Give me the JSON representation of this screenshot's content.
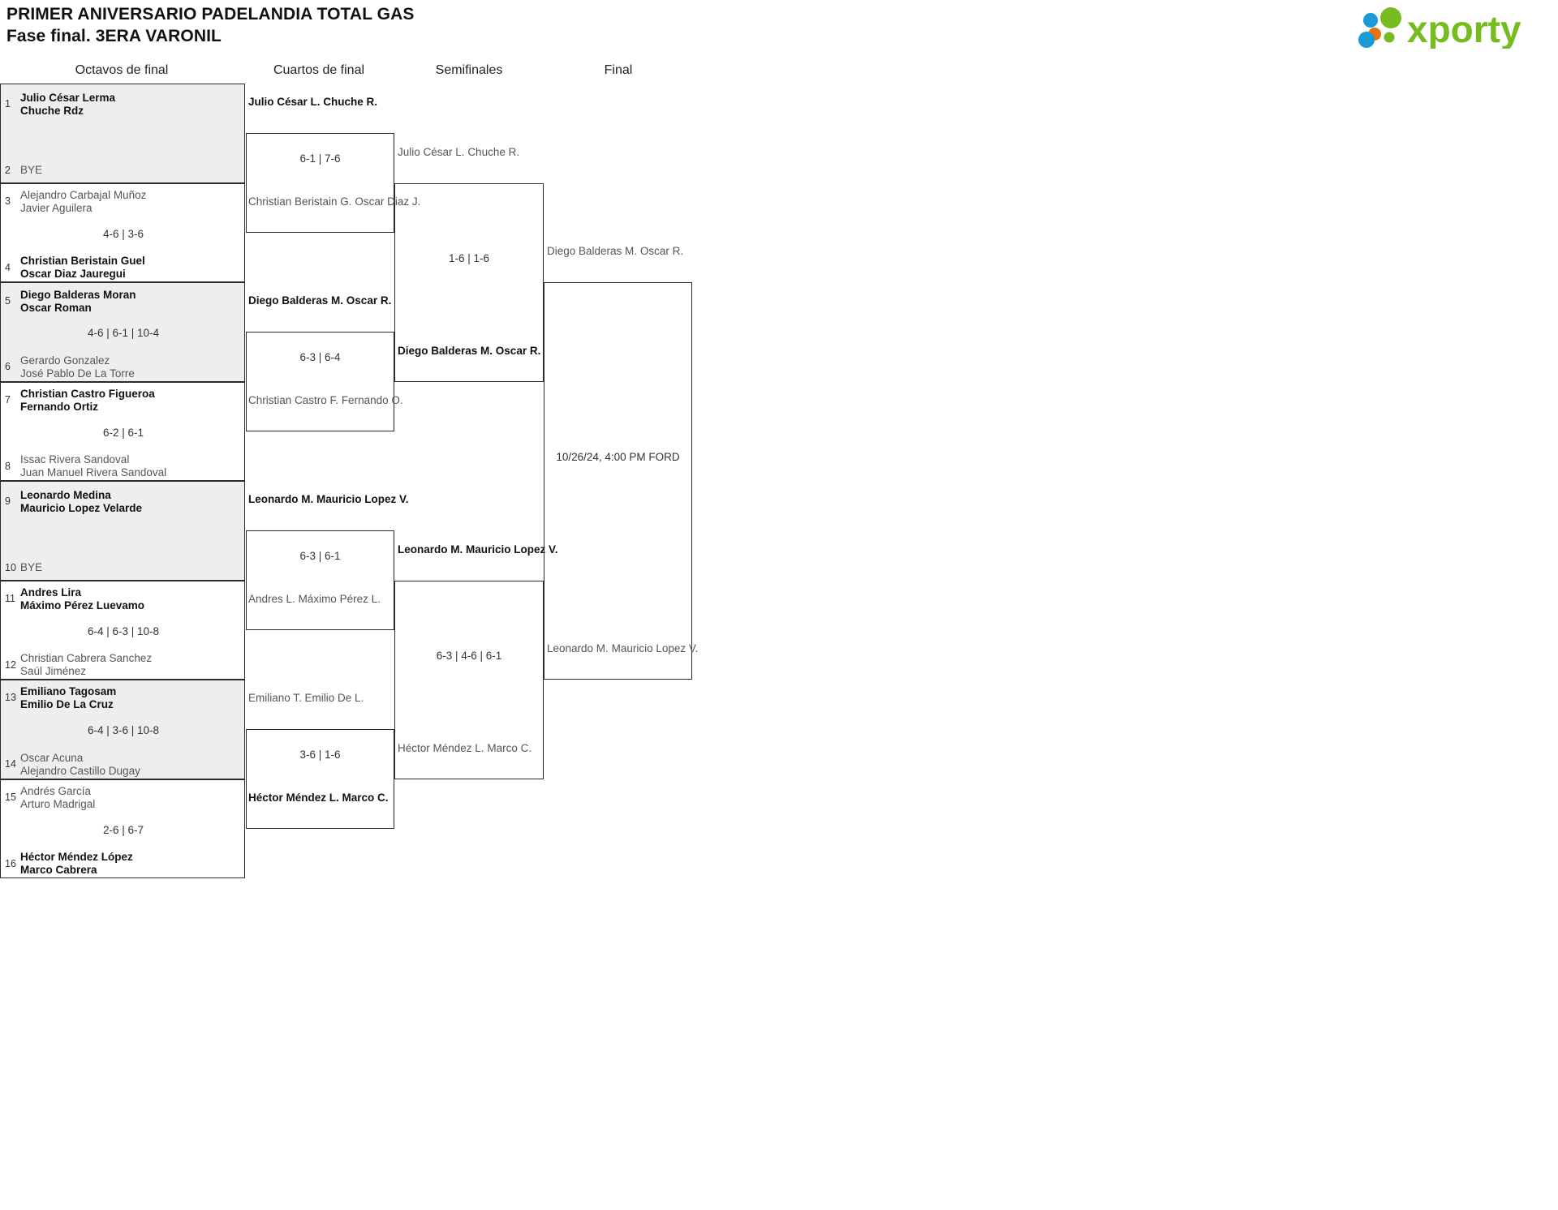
{
  "header": {
    "title_line1": "PRIMER ANIVERSARIO PADELANDIA TOTAL GAS",
    "title_line2": "Fase final. 3ERA VARONIL",
    "logo_text": "xporty",
    "logo_colors": {
      "blue": "#1b9ad6",
      "orange": "#e8730c",
      "green": "#76bc21"
    }
  },
  "rounds": [
    {
      "id": "r16",
      "label": "Octavos de final"
    },
    {
      "id": "qf",
      "label": "Cuartos de final"
    },
    {
      "id": "sf",
      "label": "Semifinales"
    },
    {
      "id": "final",
      "label": "Final"
    }
  ],
  "round16": [
    {
      "shaded": true,
      "score": "",
      "top": {
        "seed": "1",
        "line1": "Julio César Lerma",
        "line2": "Chuche Rdz",
        "winner": true
      },
      "bottom": {
        "seed": "2",
        "line1": "BYE",
        "line2": "",
        "winner": false,
        "bye": true
      }
    },
    {
      "shaded": false,
      "score": "4-6 | 3-6",
      "top": {
        "seed": "3",
        "line1": "Alejandro Carbajal Muñoz",
        "line2": "Javier Aguilera",
        "winner": false
      },
      "bottom": {
        "seed": "4",
        "line1": "Christian Beristain Guel",
        "line2": "Oscar Diaz Jauregui",
        "winner": true
      }
    },
    {
      "shaded": true,
      "score": "4-6 | 6-1 | 10-4",
      "top": {
        "seed": "5",
        "line1": "Diego Balderas Moran",
        "line2": "Oscar Roman",
        "winner": true
      },
      "bottom": {
        "seed": "6",
        "line1": "Gerardo Gonzalez",
        "line2": "José Pablo De La Torre",
        "winner": false
      }
    },
    {
      "shaded": false,
      "score": "6-2 | 6-1",
      "top": {
        "seed": "7",
        "line1": "Christian Castro Figueroa",
        "line2": "Fernando Ortiz",
        "winner": true
      },
      "bottom": {
        "seed": "8",
        "line1": "Issac Rivera Sandoval",
        "line2": "Juan Manuel Rivera Sandoval",
        "winner": false
      }
    },
    {
      "shaded": true,
      "score": "",
      "top": {
        "seed": "9",
        "line1": "Leonardo Medina",
        "line2": "Mauricio Lopez Velarde",
        "winner": true
      },
      "bottom": {
        "seed": "10",
        "line1": "BYE",
        "line2": "",
        "winner": false,
        "bye": true
      }
    },
    {
      "shaded": false,
      "score": "6-4 | 6-3 | 10-8",
      "top": {
        "seed": "11",
        "line1": "Andres Lira",
        "line2": "Máximo Pérez Luevamo",
        "winner": true
      },
      "bottom": {
        "seed": "12",
        "line1": "Christian Cabrera Sanchez",
        "line2": "Saúl Jiménez",
        "winner": false
      }
    },
    {
      "shaded": true,
      "score": "6-4 | 3-6 | 10-8",
      "top": {
        "seed": "13",
        "line1": "Emiliano Tagosam",
        "line2": "Emilio De La Cruz",
        "winner": true
      },
      "bottom": {
        "seed": "14",
        "line1": "Oscar Acuna",
        "line2": "Alejandro Castillo Dugay",
        "winner": false
      }
    },
    {
      "shaded": false,
      "score": "2-6 | 6-7",
      "top": {
        "seed": "15",
        "line1": "Andrés García",
        "line2": "Arturo Madrigal",
        "winner": false
      },
      "bottom": {
        "seed": "16",
        "line1": "Héctor Méndez López",
        "line2": "Marco Cabrera",
        "winner": true
      }
    }
  ],
  "quarterfinals": [
    {
      "score": "6-1 | 7-6",
      "top": {
        "line1": "Julio César L.",
        "line2": "Chuche R.",
        "winner": true
      },
      "bottom": {
        "line1": "Christian Beristain G.",
        "line2": "Oscar Diaz J.",
        "winner": false
      }
    },
    {
      "score": "6-3 | 6-4",
      "top": {
        "line1": "Diego Balderas M.",
        "line2": "Oscar R.",
        "winner": true
      },
      "bottom": {
        "line1": "Christian Castro F.",
        "line2": "Fernando O.",
        "winner": false
      }
    },
    {
      "score": "6-3 | 6-1",
      "top": {
        "line1": "Leonardo M.",
        "line2": "Mauricio Lopez V.",
        "winner": true
      },
      "bottom": {
        "line1": "Andres L.",
        "line2": "Máximo Pérez L.",
        "winner": false
      }
    },
    {
      "score": "3-6 | 1-6",
      "top": {
        "line1": "Emiliano T.",
        "line2": "Emilio De L.",
        "winner": false
      },
      "bottom": {
        "line1": "Héctor Méndez L.",
        "line2": "Marco C.",
        "winner": true
      }
    }
  ],
  "semifinals": [
    {
      "score": "1-6 | 1-6",
      "top": {
        "line1": "Julio César L.",
        "line2": "Chuche R.",
        "winner": false
      },
      "bottom": {
        "line1": "Diego Balderas M.",
        "line2": "Oscar R.",
        "winner": true
      }
    },
    {
      "score": "6-3 | 4-6 | 6-1",
      "top": {
        "line1": "Leonardo M.",
        "line2": "Mauricio Lopez V.",
        "winner": true
      },
      "bottom": {
        "line1": "Héctor Méndez L.",
        "line2": "Marco C.",
        "winner": false
      }
    }
  ],
  "final": {
    "score": "10/26/24, 4:00 PM FORD",
    "top": {
      "line1": "Diego Balderas M.",
      "line2": "Oscar R.",
      "winner": false
    },
    "bottom": {
      "line1": "Leonardo M.",
      "line2": "Mauricio Lopez V.",
      "winner": false
    }
  }
}
